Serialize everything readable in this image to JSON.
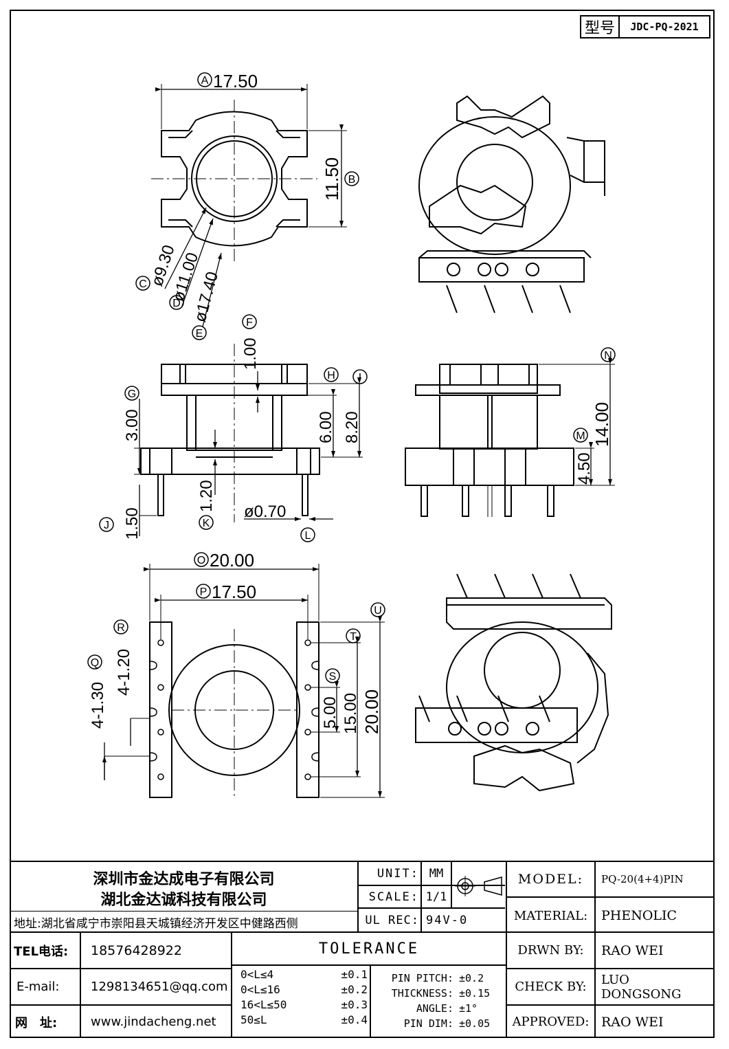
{
  "model_code": {
    "label": "型号",
    "value": "JDC-PQ-2021"
  },
  "dimensions": {
    "A": {
      "letter": "A",
      "value": "17.50"
    },
    "B": {
      "letter": "B",
      "value": "11.50"
    },
    "C": {
      "letter": "C",
      "value": "ø9.30"
    },
    "D": {
      "letter": "D",
      "value": "ø11.00"
    },
    "E": {
      "letter": "E",
      "value": "ø17.40"
    },
    "F": {
      "letter": "F",
      "value": "1.00"
    },
    "G": {
      "letter": "G",
      "value": "3.00"
    },
    "H": {
      "letter": "H",
      "value": ""
    },
    "I": {
      "letter": "I",
      "value": "8.20"
    },
    "H_val": {
      "value": "6.00"
    },
    "J": {
      "letter": "J",
      "value": "1.50"
    },
    "K": {
      "letter": "K",
      "value": "1.20"
    },
    "L": {
      "letter": "L",
      "value": "ø0.70"
    },
    "M": {
      "letter": "M",
      "value": "4.50"
    },
    "N": {
      "letter": "N",
      "value": "14.00"
    },
    "O": {
      "letter": "O",
      "value": "20.00"
    },
    "P": {
      "letter": "P",
      "value": "17.50"
    },
    "Q": {
      "letter": "Q",
      "value": "4-1.30"
    },
    "R": {
      "letter": "R",
      "value": "4-1.20"
    },
    "S": {
      "letter": "S",
      "value": "5.00"
    },
    "T": {
      "letter": "T",
      "value": "15.00"
    },
    "U": {
      "letter": "U",
      "value": "20.00"
    }
  },
  "title_block": {
    "company_1": "深圳市金达成电子有限公司",
    "company_2": "湖北金达诚科技有限公司",
    "address": "地址:湖北省咸宁市崇阳县天城镇经济开发区中健路西侧",
    "tel_label": "TEL电话:",
    "tel_value": "18576428922",
    "email_label": "E-mail:",
    "email_value": "1298134651@qq.com",
    "web_label": "网　址:",
    "web_value": "www.jindacheng.net",
    "unit_label": "UNIT:",
    "unit_value": "MM",
    "scale_label": "SCALE:",
    "scale_value": "1/1",
    "ulrec_label": "UL REC:",
    "ulrec_value": "94V-0",
    "tolerance_title": "TOLERANCE",
    "tol_rows": [
      {
        "range": "0<L≤4",
        "tol": "±0.1"
      },
      {
        "range": "0<L≤16",
        "tol": "±0.2"
      },
      {
        "range": "16<L≤50",
        "tol": "±0.3"
      },
      {
        "range": "50≤L",
        "tol": "±0.4"
      }
    ],
    "tol_extra": [
      {
        "label": "PIN PITCH:",
        "tol": "±0.2"
      },
      {
        "label": "THICKNESS:",
        "tol": "±0.15"
      },
      {
        "label": "ANGLE:",
        "tol": "±1°"
      },
      {
        "label": "PIN DIM:",
        "tol": "±0.05"
      }
    ],
    "model_label": "MODEL:",
    "model_value": "PQ-20(4+4)PIN",
    "material_label": "MATERIAL:",
    "material_value": "PHENOLIC",
    "drawn_label": "DRWN BY:",
    "drawn_value": "RAO WEI",
    "check_label": "CHECK BY:",
    "check_value": "LUO DONGSONG",
    "approved_label": "APPROVED:",
    "approved_value": "RAO WEI"
  }
}
